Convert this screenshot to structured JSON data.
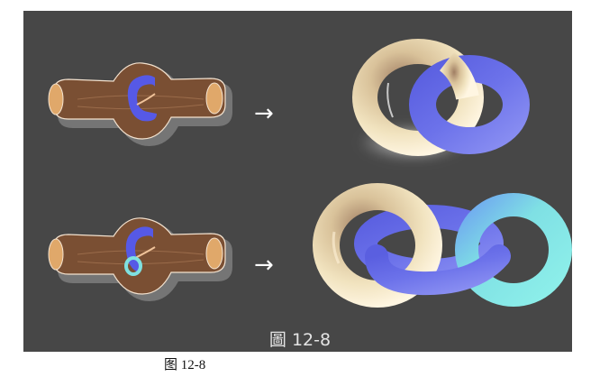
{
  "figure": {
    "panel_caption": "圖 12-8",
    "page_caption": "图 12-8",
    "arrow_glyph": "→"
  },
  "rows": [
    {
      "step": "single-ring",
      "from": "log-with-blue-ring",
      "to": "two-interlocked-rings"
    },
    {
      "step": "double-ring",
      "from": "log-with-blue-and-cyan-rings",
      "to": "three-ring-chain"
    }
  ],
  "colors": {
    "panel_background": "#474747",
    "log_wood": "#7a4f33",
    "log_end": "#e0a86a",
    "ring_cream": "#ecdcb5",
    "ring_blue": "#6a6fe6",
    "ring_cyan": "#7fe1e0",
    "caption_light": "#e4e4e4"
  }
}
